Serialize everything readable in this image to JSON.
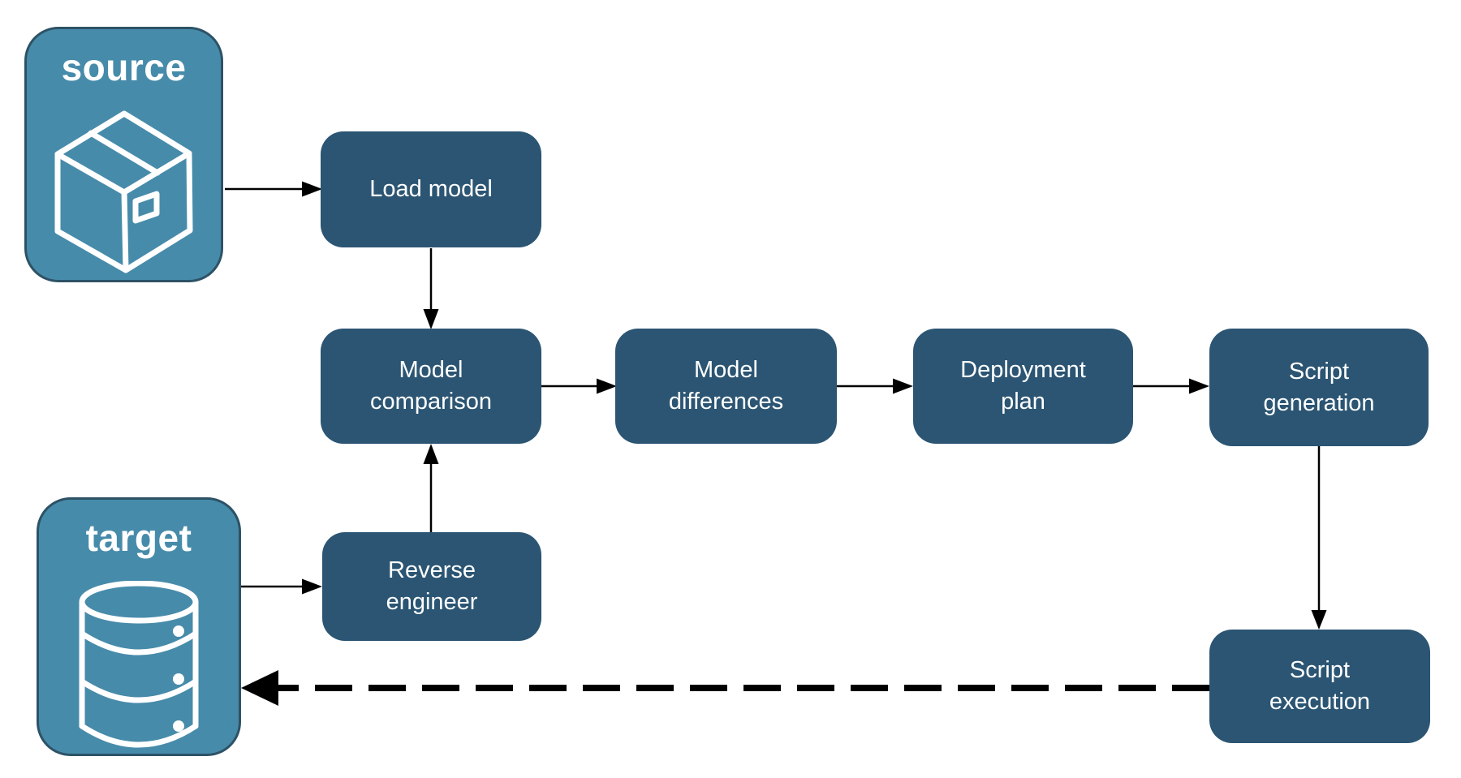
{
  "diagram": {
    "endpoints": {
      "source": {
        "label": "source",
        "icon": "package-icon"
      },
      "target": {
        "label": "target",
        "icon": "database-icon"
      }
    },
    "steps": {
      "load_model": {
        "label": "Load model"
      },
      "model_comparison": {
        "label": "Model comparison"
      },
      "model_differences": {
        "label": "Model differences"
      },
      "deployment_plan": {
        "label": "Deployment plan"
      },
      "script_generation": {
        "label": "Script generation"
      },
      "reverse_engineer": {
        "label": "Reverse engineer"
      },
      "script_execution": {
        "label": "Script execution"
      }
    },
    "edges": [
      {
        "from": "source",
        "to": "load_model",
        "style": "solid"
      },
      {
        "from": "load_model",
        "to": "model_comparison",
        "style": "solid"
      },
      {
        "from": "model_comparison",
        "to": "model_differences",
        "style": "solid"
      },
      {
        "from": "model_differences",
        "to": "deployment_plan",
        "style": "solid"
      },
      {
        "from": "deployment_plan",
        "to": "script_generation",
        "style": "solid"
      },
      {
        "from": "script_generation",
        "to": "script_execution",
        "style": "solid"
      },
      {
        "from": "reverse_engineer",
        "to": "model_comparison",
        "style": "solid"
      },
      {
        "from": "target",
        "to": "reverse_engineer",
        "style": "solid"
      },
      {
        "from": "script_execution",
        "to": "target",
        "style": "dashed"
      }
    ],
    "colors": {
      "background": "#FFFFFF",
      "endpoint_fill": "#478BAA",
      "endpoint_border": "#2D5266",
      "step_fill": "#2B5573",
      "label_text": "#FFFFFF",
      "arrow": "#000000"
    }
  }
}
